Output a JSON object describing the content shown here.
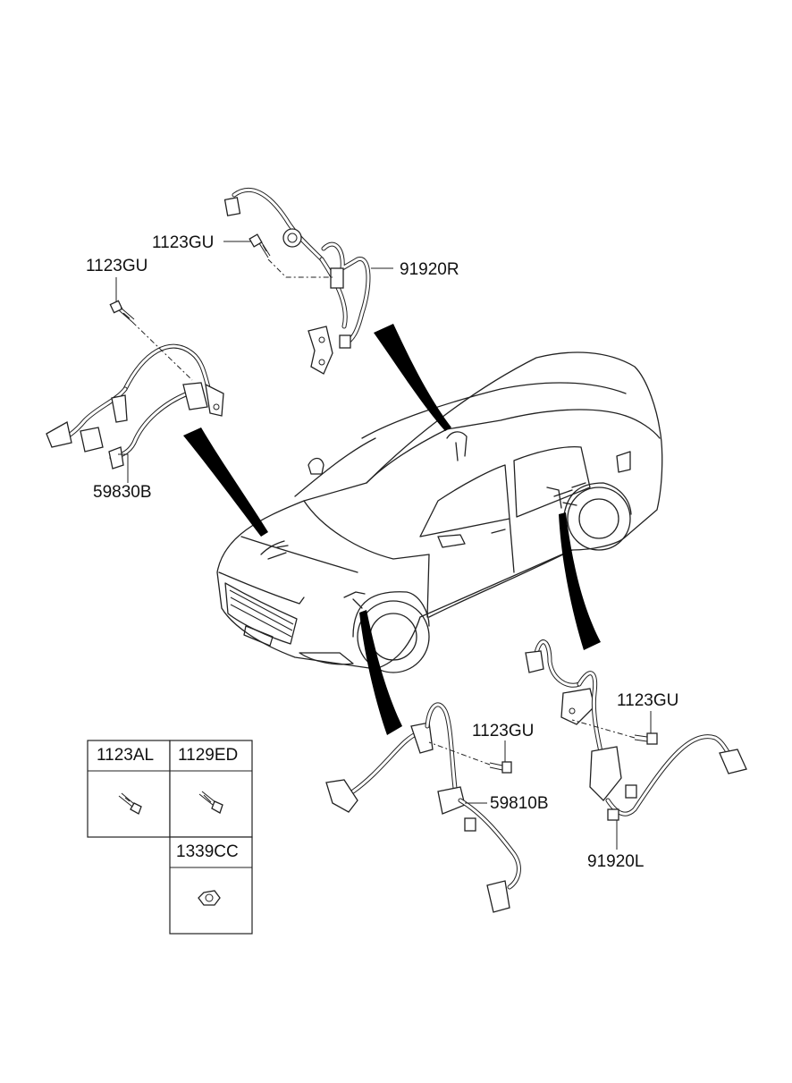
{
  "callouts": {
    "top_bolt": "1123GU",
    "left_bolt": "1123GU",
    "rear_right_sensor": "91920R",
    "front_left_sensor": "59830B",
    "front_right_bolt": "1123GU",
    "front_right_sensor": "59810B",
    "rear_left_bolt": "1123GU",
    "rear_left_sensor": "91920L"
  },
  "parts_table": {
    "col1_header": "1123AL",
    "col2_header": "1129ED",
    "row2_header": "1339CC"
  }
}
